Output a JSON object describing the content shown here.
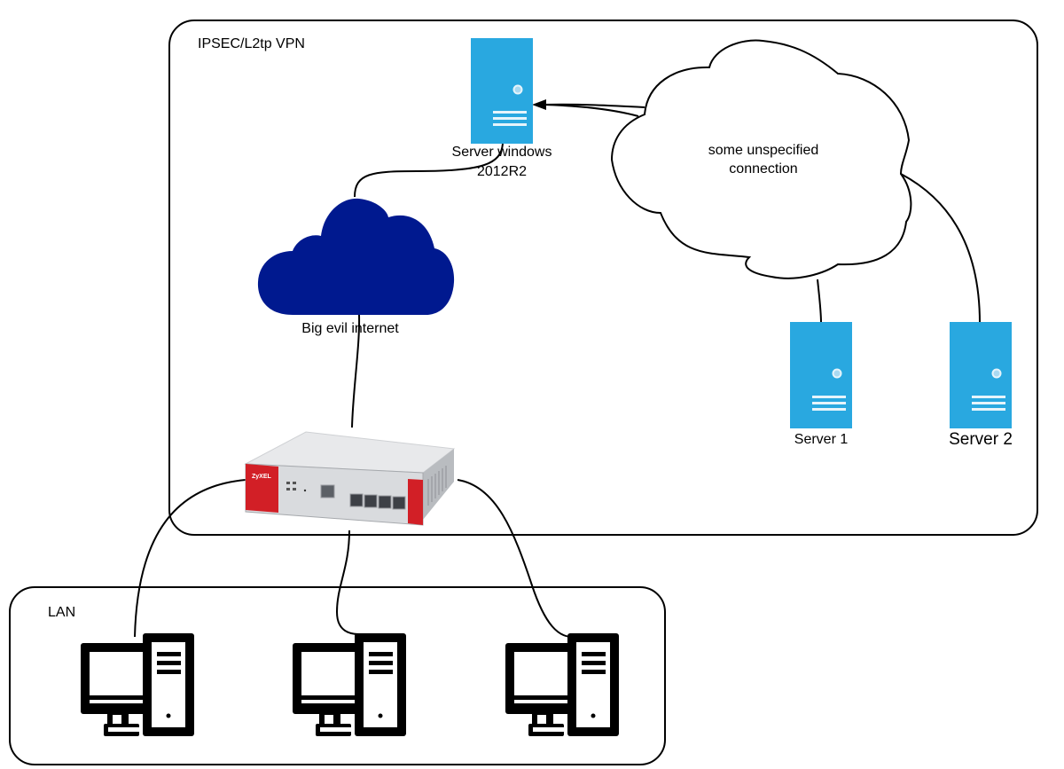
{
  "groups": {
    "vpn": {
      "label": "IPSEC/L2tp VPN"
    },
    "lan": {
      "label": "LAN"
    }
  },
  "nodes": {
    "server_windows": {
      "label_line1": "Server windows",
      "label_line2": "2012R2",
      "icon": "server-icon"
    },
    "internet_cloud": {
      "label": "Big evil internet",
      "icon": "cloud-icon"
    },
    "unspecified_cloud": {
      "label_line1": "some unspecified",
      "label_line2": "connection",
      "icon": "cloud-outline-icon"
    },
    "server1": {
      "label": "Server 1",
      "icon": "server-icon"
    },
    "server2": {
      "label": "Server 2",
      "icon": "server-icon"
    },
    "router": {
      "brand": "ZyXEL",
      "icon": "router-firewall-icon"
    },
    "lan_pcs": [
      {
        "icon": "desktop-computer-icon"
      },
      {
        "icon": "desktop-computer-icon"
      },
      {
        "icon": "desktop-computer-icon"
      }
    ]
  },
  "colors": {
    "server_blue": "#29a8e0",
    "server_detail": "#e6f4fb",
    "internet_cloud": "#00198f",
    "router_red": "#d21f26",
    "router_body": "#d9dbde",
    "line": "#000000"
  }
}
